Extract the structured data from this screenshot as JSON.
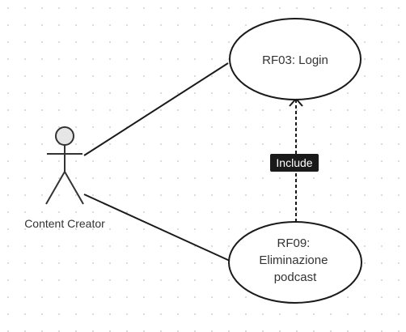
{
  "actor": {
    "label": "Content Creator"
  },
  "use_cases": [
    {
      "id": "login",
      "lines": [
        "RF03: Login"
      ]
    },
    {
      "id": "elimination",
      "lines": [
        "RF09:",
        "Eliminazione",
        "podcast"
      ]
    }
  ],
  "include_relation": {
    "label": "Include"
  },
  "colors": {
    "background": "#ffffff",
    "grid_dot": "#d0d0d0",
    "stroke": "#1a1a1a",
    "actor_fill": "#e6e6e6",
    "tag_fill": "#1a1a1a",
    "text": "#333333"
  }
}
